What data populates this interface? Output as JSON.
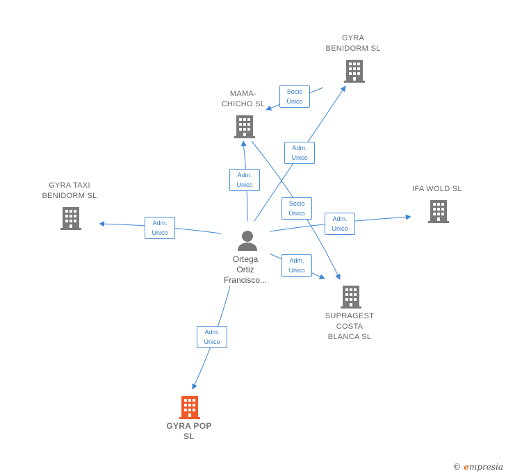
{
  "colors": {
    "edge": "#3d85d4",
    "building": "#7a7a7a",
    "building_highlight": "#f05a28",
    "person": "#777777"
  },
  "nodes": {
    "gyra_benidorm": {
      "label": [
        "GYRA",
        "BENIDORM  SL"
      ]
    },
    "mama_chicho": {
      "label": [
        "MAMA-",
        "CHICHO SL"
      ]
    },
    "gyra_taxi": {
      "label": [
        "GYRA TAXI",
        "BENIDORM  SL"
      ]
    },
    "ifa_wold": {
      "label": [
        "IFA WOLD  SL"
      ]
    },
    "supragest": {
      "label": [
        "SUPRAGEST",
        "COSTA",
        "BLANCA SL"
      ]
    },
    "gyra_pop": {
      "label": [
        "GYRA POP",
        "SL"
      ]
    },
    "person": {
      "label": [
        "Ortega",
        "Ortiz",
        "Francisco..."
      ]
    }
  },
  "edges": {
    "socio_unico_mama": [
      "Socio",
      "Único"
    ],
    "adm_gyra_benidorm": [
      "Adm.",
      "Unico"
    ],
    "adm_mama": [
      "Adm.",
      "Unico"
    ],
    "socio_unico_supragest": [
      "Socio",
      "Único"
    ],
    "adm_gyra_taxi": [
      "Adm.",
      "Unico"
    ],
    "adm_ifa": [
      "Adm.",
      "Unico"
    ],
    "adm_supragest": [
      "Adm.",
      "Unico"
    ],
    "adm_gyra_pop": [
      "Adm.",
      "Unico"
    ]
  },
  "watermark": {
    "copyright": "©",
    "brand_initial": "e",
    "brand_rest": "mpresia"
  }
}
